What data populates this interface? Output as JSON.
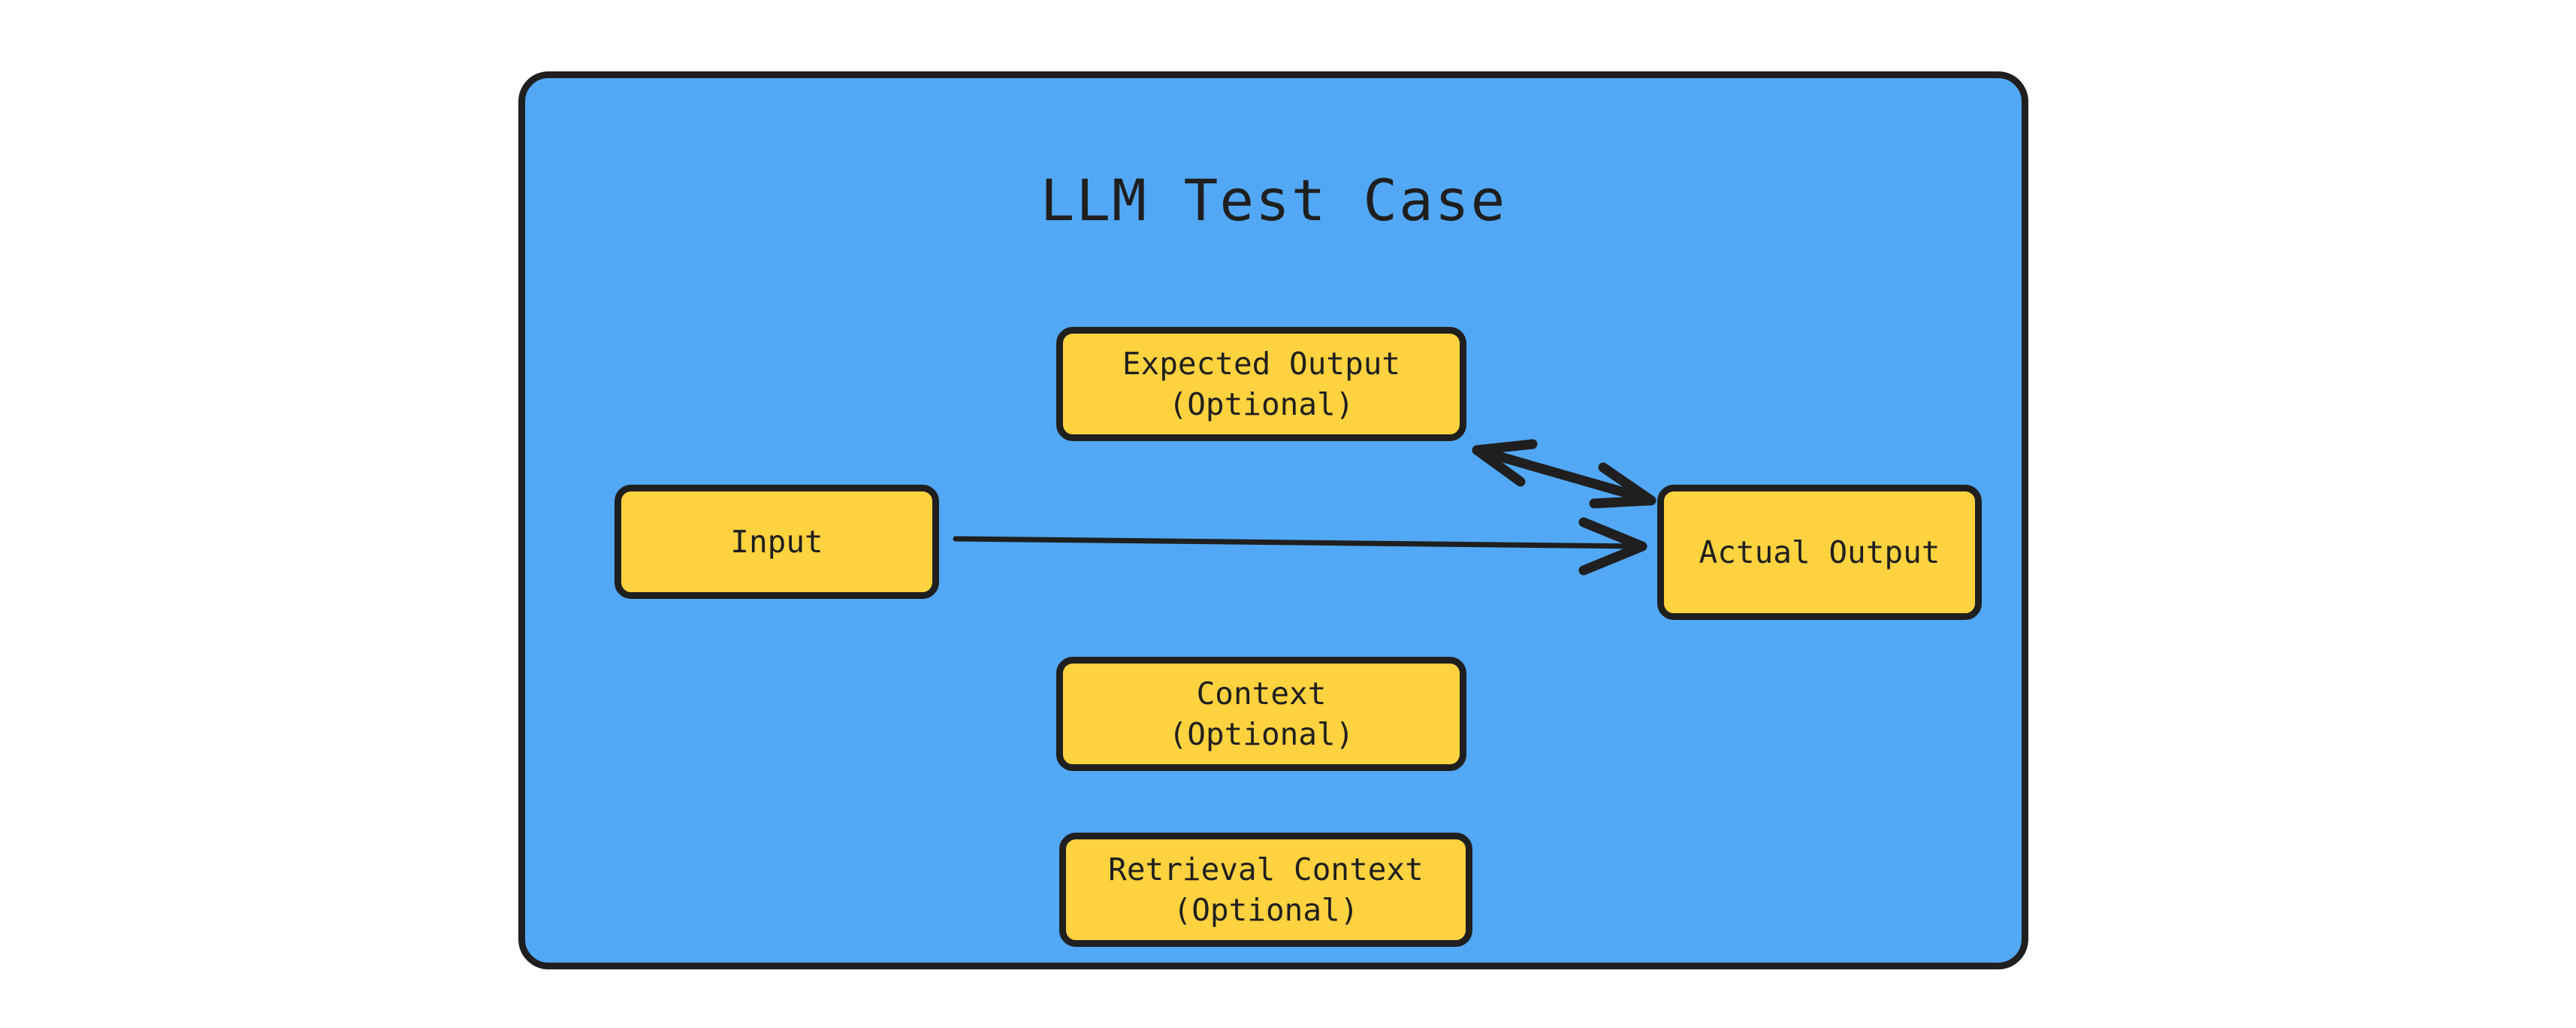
{
  "diagram": {
    "type": "flowchart",
    "title": "LLM Test Case",
    "background_color": "#ffffff",
    "container": {
      "label": "LLM Test Case",
      "fill_color": "#52A8F5",
      "border_color": "#1F1F1F"
    },
    "node_style": {
      "fill_color": "#FFD23F",
      "border_color": "#1F1F1F",
      "text_color": "#1F1F1F"
    },
    "nodes": [
      {
        "id": "expected-output",
        "label": "Expected Output\n(Optional)",
        "line1": "Expected Output",
        "line2": "(Optional)",
        "optional": true
      },
      {
        "id": "input",
        "label": "Input",
        "line1": "Input",
        "line2": "",
        "optional": false
      },
      {
        "id": "actual-output",
        "label": "Actual Output",
        "line1": "Actual Output",
        "line2": "",
        "optional": false
      },
      {
        "id": "context",
        "label": "Context\n(Optional)",
        "line1": "Context",
        "line2": "(Optional)",
        "optional": true
      },
      {
        "id": "retrieval-context",
        "label": "Retrieval Context\n(Optional)",
        "line1": "Retrieval Context",
        "line2": "(Optional)",
        "optional": true
      }
    ],
    "edges": [
      {
        "id": "input-to-actual-output",
        "from": "input",
        "to": "actual-output",
        "label": "",
        "arrow": "single",
        "direction": "right"
      },
      {
        "id": "expected-output-actual-output",
        "from": "expected-output",
        "to": "actual-output",
        "label": "",
        "arrow": "double",
        "direction": "bidirectional"
      }
    ]
  }
}
